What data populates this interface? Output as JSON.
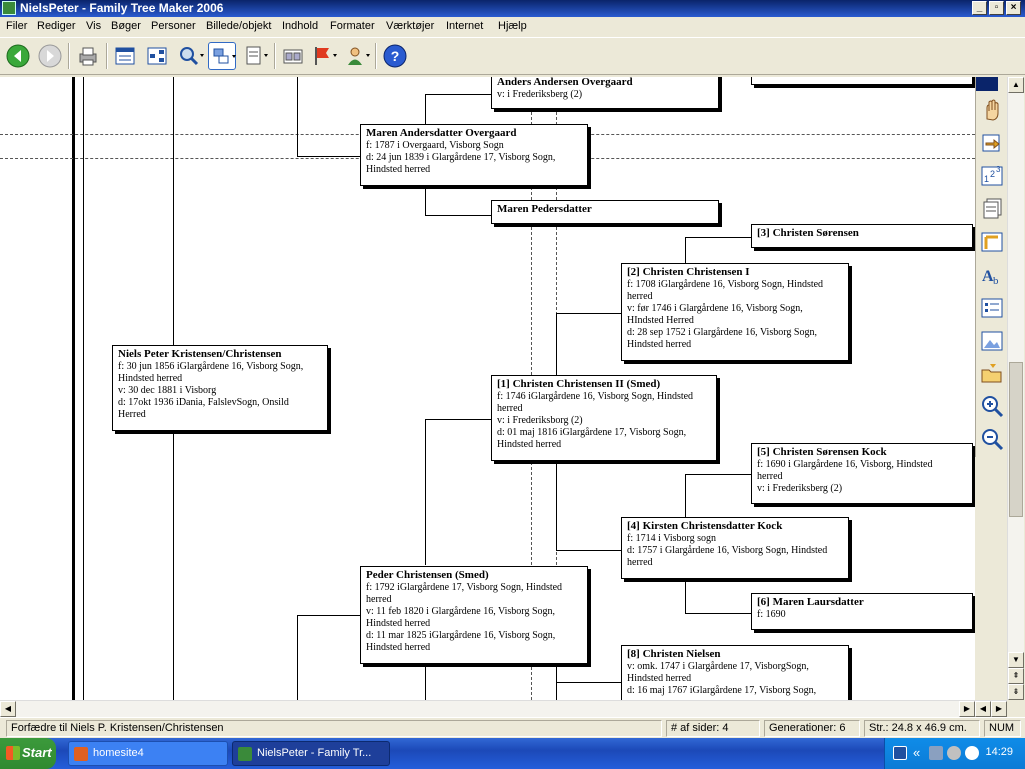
{
  "window": {
    "title": "NielsPeter - Family Tree Maker 2006"
  },
  "menu": [
    "Filer",
    "Rediger",
    "Vis",
    "Bøger",
    "Personer",
    "Billede/objekt",
    "Indhold",
    "Formater",
    "Værktøjer",
    "Internet",
    "Hjælp"
  ],
  "tree": {
    "root": {
      "name": "Niels Peter Kristensen/Christensen",
      "lines": [
        "f: 30 jun 1856 iGlargårdene 16, Visborg Sogn,",
        "Hindsted herred",
        "v: 30 dec 1881 i Visborg",
        "d: 17okt 1936 iDania, FalslevSogn, Onsild",
        "Herred"
      ]
    },
    "anders": {
      "name": "Anders Andersen Overgaard",
      "lines": [
        "v: i Frederiksberg (2)"
      ]
    },
    "maren_a": {
      "name": "Maren Andersdatter Overgaard",
      "lines": [
        "f: 1787 i Overgaard, Visborg Sogn",
        "d: 24 jun 1839 i Glargårdene 17, Visborg Sogn,",
        "Hindsted herred"
      ]
    },
    "maren_p": {
      "name": "Maren Pedersdatter",
      "lines": []
    },
    "christen3": {
      "name": "[3] Christen Sørensen",
      "lines": []
    },
    "christen2": {
      "name": "[2] Christen Christensen I",
      "lines": [
        "f: 1708 iGlargårdene 16, Visborg Sogn, Hindsted",
        "herred",
        "v: før 1746 i Glargårdene 16, Visborg Sogn,",
        "HIndsted Herred",
        "d: 28 sep 1752 i Glargårdene 16, Visborg Sogn,",
        "Hindsted herred"
      ]
    },
    "christen1": {
      "name": "[1] Christen Christensen II (Smed)",
      "lines": [
        "f: 1746 iGlargårdene 16, Visborg Sogn, Hindsted",
        "herred",
        "v: i Frederiksborg (2)",
        "d: 01 maj 1816 iGlargårdene 17, Visborg Sogn,",
        "Hindsted herred"
      ]
    },
    "christen5": {
      "name": "[5] Christen Sørensen Kock",
      "lines": [
        "f: 1690 i Glargårdene 16, Visborg, Hindsted",
        "herred",
        "v: i Frederiksberg (2)"
      ]
    },
    "kirsten4": {
      "name": "[4] Kirsten Christensdatter Kock",
      "lines": [
        "f: 1714 i Visborg sogn",
        "d: 1757 i Glargårdene 16, Visborg Sogn, Hindsted",
        "herred"
      ]
    },
    "peder": {
      "name": "Peder Christensen (Smed)",
      "lines": [
        "f: 1792 iGlargårdene 17, Visborg Sogn, Hindsted",
        "herred",
        "v: 11 feb 1820 i Glargårdene 16, Visborg Sogn,",
        "Hindsted herred",
        "d: 11 mar 1825 iGlargårdene 16, Visborg Sogn,",
        "Hindsted herred"
      ]
    },
    "maren6": {
      "name": "[6] Maren Laursdatter",
      "lines": [
        "f: 1690"
      ]
    },
    "christen8": {
      "name": "[8] Christen Nielsen",
      "lines": [
        "v: omk. 1747 i Glargårdene 17, VisborgSogn,",
        "Hindsted herred",
        "d: 16 maj 1767 iGlargårdene 17, Visborg Sogn,"
      ]
    }
  },
  "status": {
    "description": "Forfædre til Niels P. Kristensen/Christensen",
    "pages": "# af sider: 4",
    "generations": "Generationer: 6",
    "size": "Str.: 24.8 x 46.9 cm.",
    "numlock": "NUM"
  },
  "taskbar": {
    "start": "Start",
    "tasks": [
      "homesite4",
      "NielsPeter - Family Tr..."
    ],
    "tray_chevron": "«",
    "clock": "14:29"
  },
  "colors": {
    "title_bar": "#0a246a",
    "taskbar": "#245edb",
    "start": "#3c9a3c"
  }
}
